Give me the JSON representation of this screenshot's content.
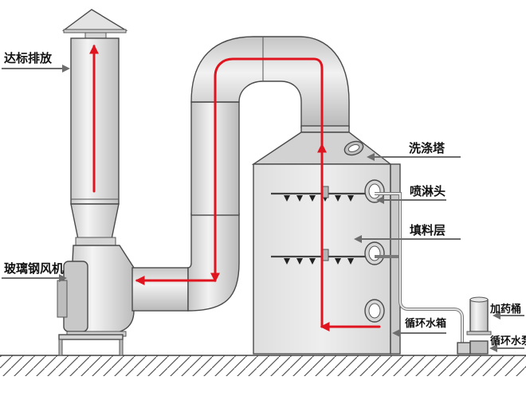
{
  "labels": {
    "exhaust": "达标排放",
    "fan": "玻璃钢风机",
    "tower": "洗涤塔",
    "spray": "喷淋头",
    "packing": "填料层",
    "tank": "循环水箱",
    "dosing": "加药桶",
    "pump": "循环水泵"
  },
  "colors": {
    "flow": "#e0141e",
    "body": "#e4e4e4",
    "pipe": "#dcdcdc",
    "outline": "#4a4a4a",
    "ground": "#555555",
    "leader": "#6d6d6d"
  },
  "icons": {
    "flow_marker": "red-arrow-icon",
    "leader_marker": "gray-arrowhead-icon",
    "ground": "ground-hatch-icon"
  }
}
